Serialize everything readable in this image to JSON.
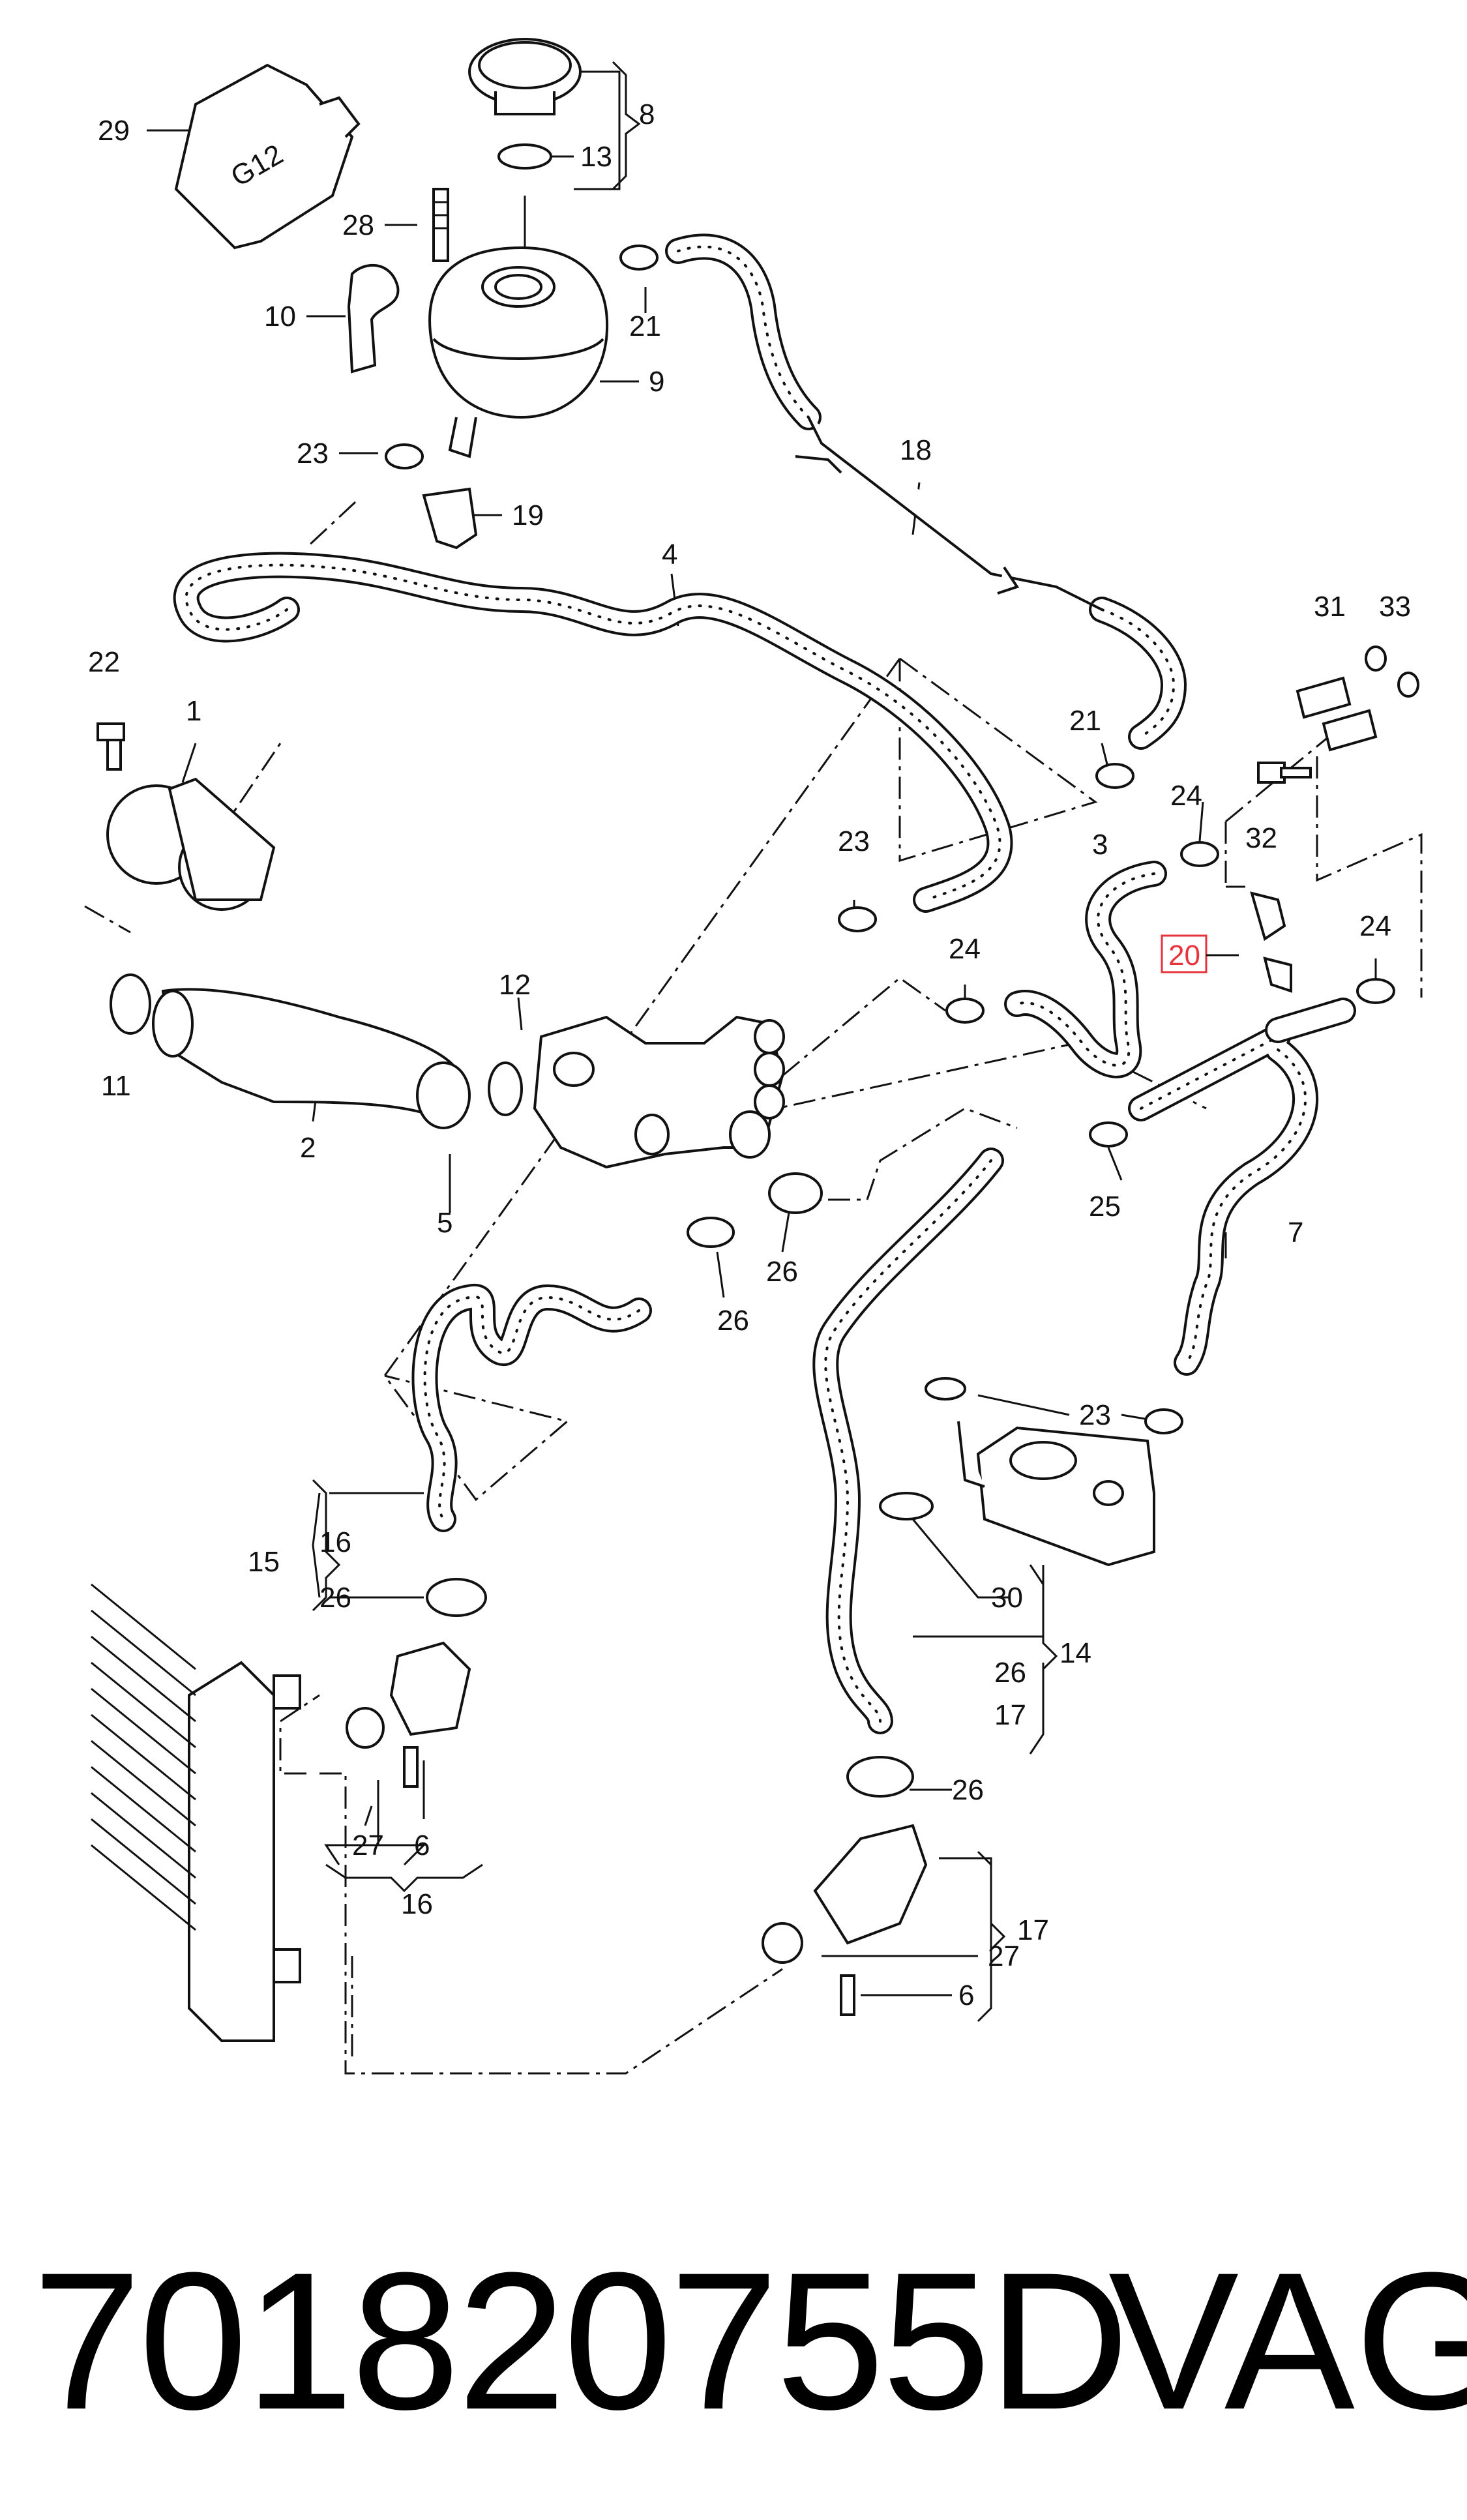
{
  "callouts": {
    "c1": "1",
    "c2": "2",
    "c3": "3",
    "c4": "4",
    "c5": "5",
    "c6a": "6",
    "c6b": "6",
    "c7": "7",
    "c8": "8",
    "c9": "9",
    "c10": "10",
    "c11": "11",
    "c12": "12",
    "c13": "13",
    "c14": "14",
    "c15": "15",
    "c16a": "16",
    "c16b": "16",
    "c17a": "17",
    "c17b": "17",
    "c18": "18",
    "c19": "19",
    "c20": "20",
    "c21a": "21",
    "c21b": "21",
    "c22": "22",
    "c23a": "23",
    "c23b": "23",
    "c23c": "23",
    "c24a": "24",
    "c24b": "24",
    "c24c": "24",
    "c25": "25",
    "c26a": "26",
    "c26b": "26",
    "c26c": "26",
    "c26d": "26",
    "c26e": "26",
    "c27a": "27",
    "c27b": "27",
    "c28": "28",
    "c29": "29",
    "c30": "30",
    "c31": "31",
    "c32": "32",
    "c33": "33"
  },
  "bottle_label": "G12",
  "footer": {
    "part_number": "701820755D",
    "brand": "VAG"
  }
}
